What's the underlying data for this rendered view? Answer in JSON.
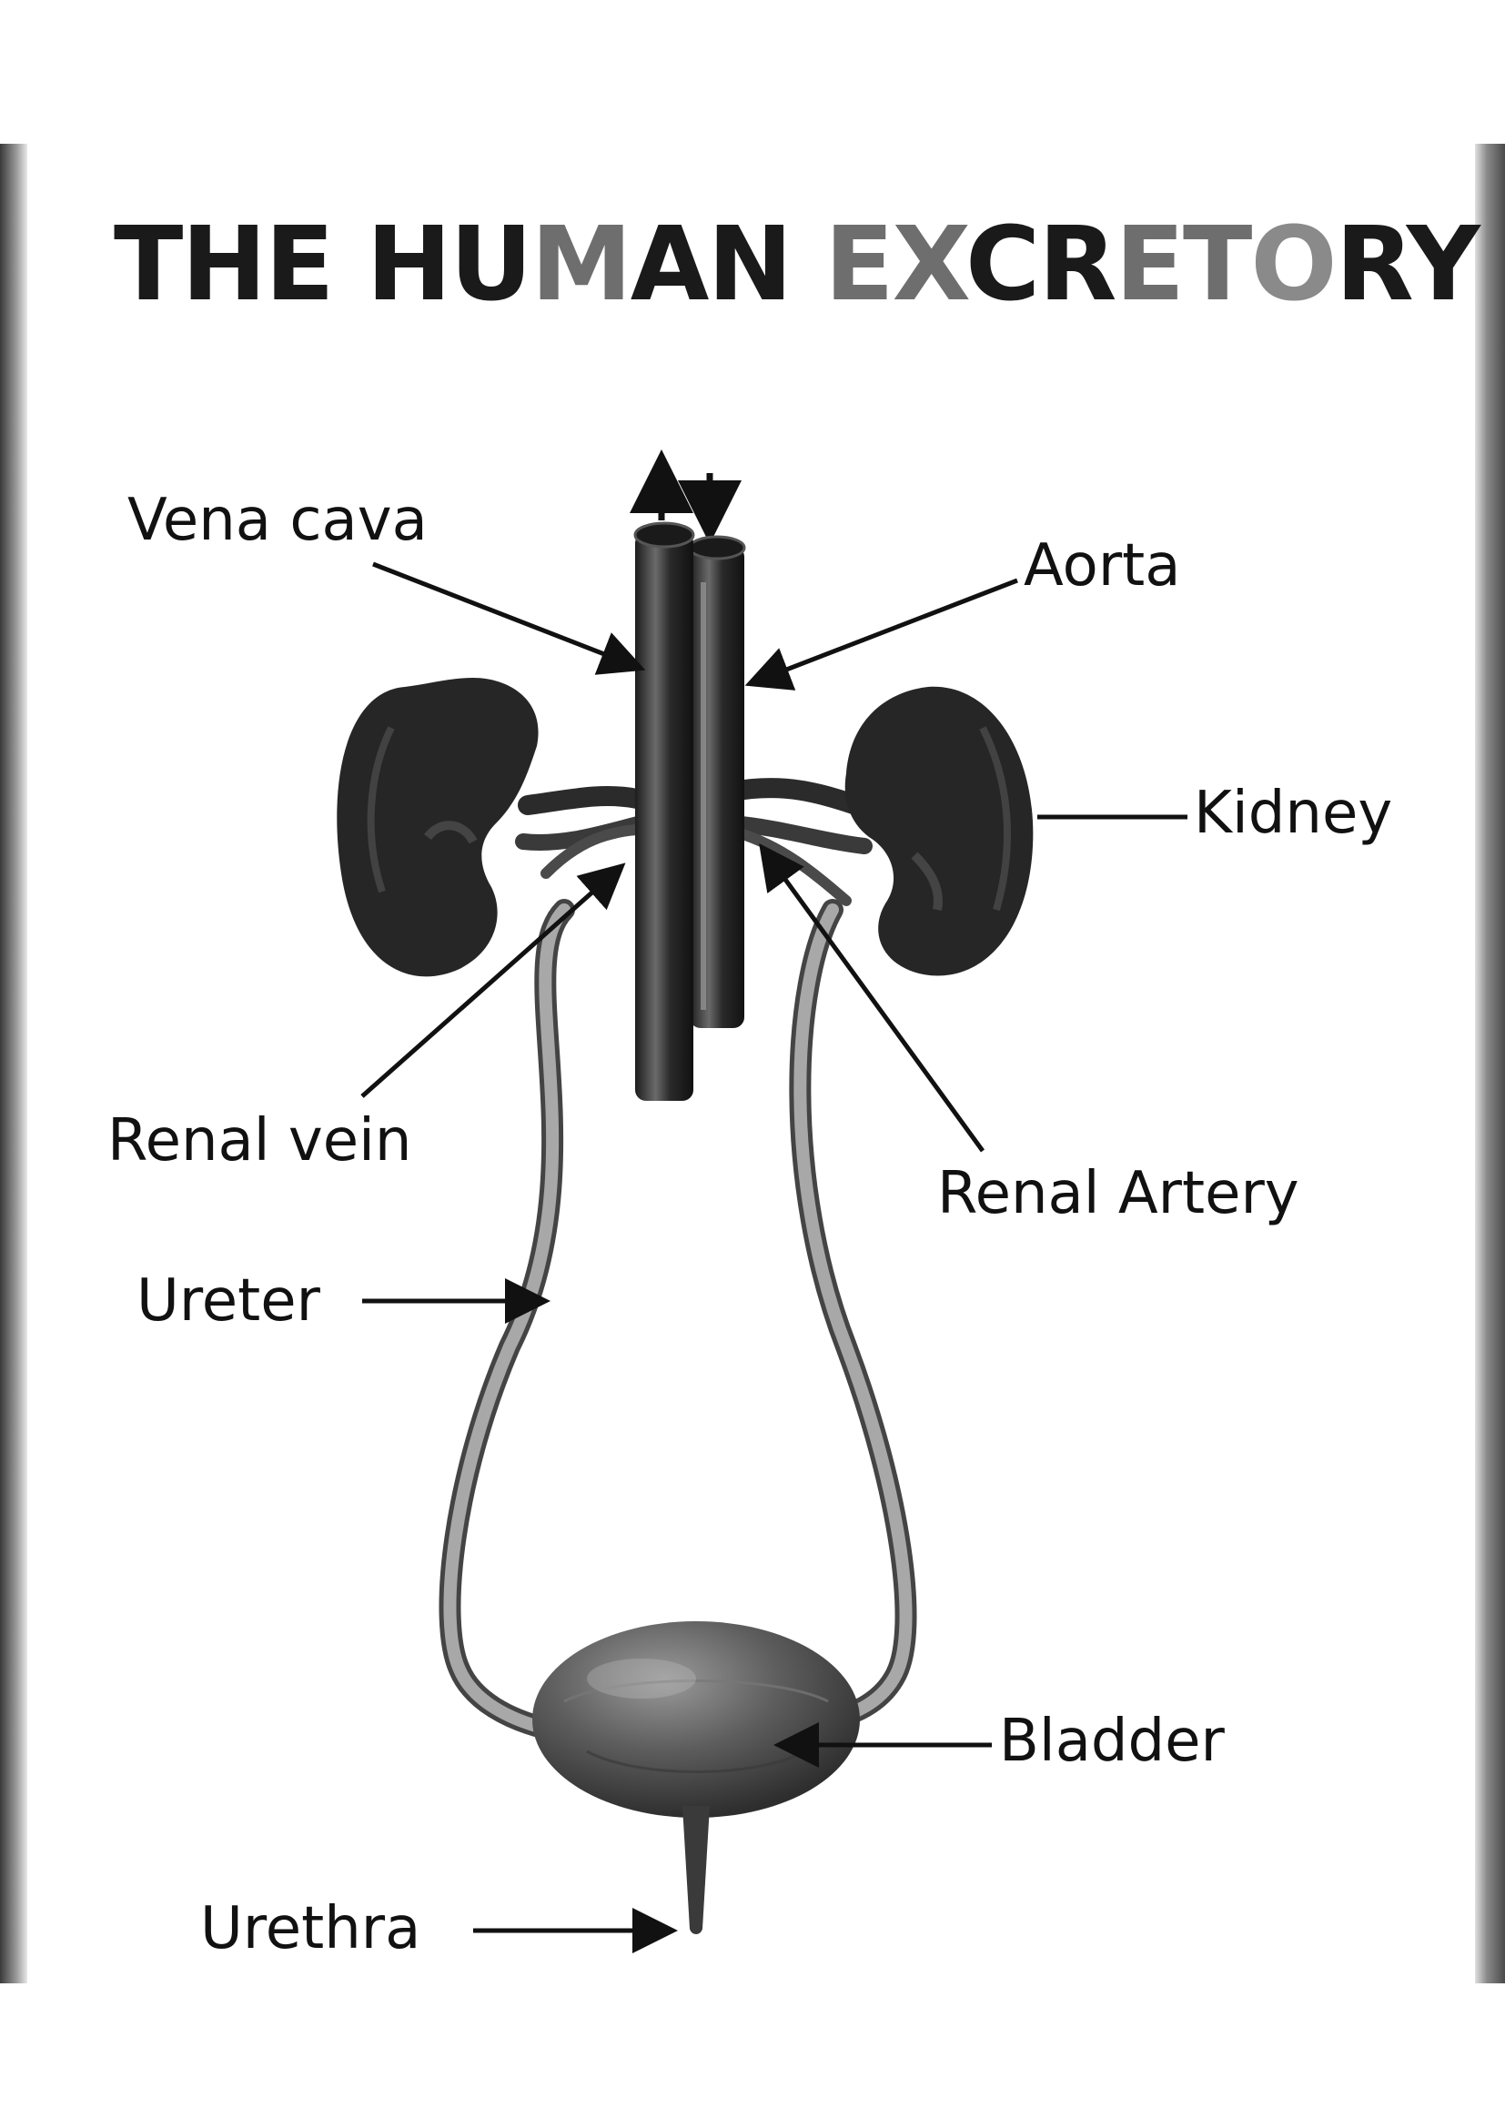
{
  "title": {
    "runs": [
      {
        "text": "THE HU",
        "color": "#1a1a1a"
      },
      {
        "text": "M",
        "color": "#6e6e6e"
      },
      {
        "text": "AN ",
        "color": "#1a1a1a"
      },
      {
        "text": "EX",
        "color": "#6e6e6e"
      },
      {
        "text": "CR",
        "color": "#1a1a1a"
      },
      {
        "text": "ET",
        "color": "#6e6e6e"
      },
      {
        "text": "O",
        "color": "#8a8a8a"
      },
      {
        "text": "RY",
        "color": "#1a1a1a"
      }
    ]
  },
  "labels": {
    "vena_cava": "Vena cava",
    "aorta": "Aorta",
    "kidney": "Kidney",
    "renal_vein": "Renal vein",
    "renal_artery": "Renal Artery",
    "ureter": "Ureter",
    "bladder": "Bladder",
    "urethra": "Urethra"
  },
  "colors": {
    "organ_dark": "#262626",
    "vessel": "#2b2b2b",
    "ureter": "#8c8c8c",
    "bladder": "#5a5a5a",
    "arrow": "#111111"
  }
}
